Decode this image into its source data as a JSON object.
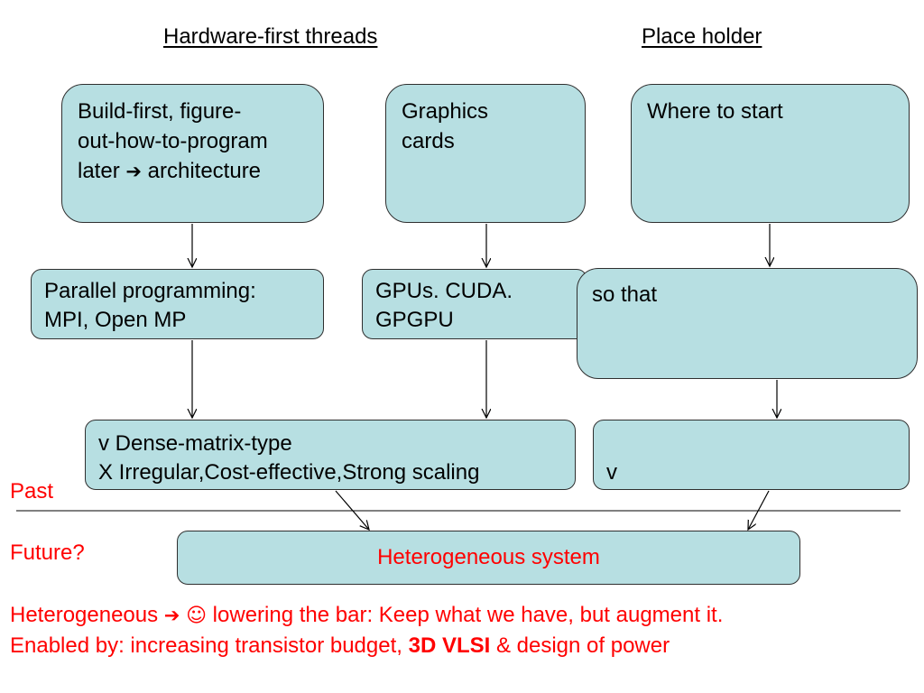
{
  "headings": {
    "left": "Hardware-first threads",
    "right": "Place holder"
  },
  "boxes": {
    "build_first": {
      "line1": "Build-first, figure-",
      "line2": "out-how-to-program",
      "line3_pre": "later ",
      "line3_arrow": "➔",
      "line3_post": " architecture"
    },
    "graphics_cards": {
      "line1": "Graphics",
      "line2": "cards"
    },
    "where_to_start": {
      "line1": "Where to start"
    },
    "parallel_programming": {
      "line1": "Parallel programming:",
      "line2": "MPI, Open MP"
    },
    "gpus": {
      "line1": "GPUs. CUDA.",
      "line2": "GPGPU"
    },
    "so_that": {
      "line1": "so that"
    },
    "dense_matrix": {
      "line1": "v  Dense-matrix-type",
      "line2": "X  Irregular,Cost-effective,Strong scaling"
    },
    "v_box": {
      "line1": "v"
    },
    "heterogeneous_system": {
      "line1": "Heterogeneous system"
    }
  },
  "labels": {
    "past": "Past",
    "future": "Future?"
  },
  "bottom": {
    "line1_pre": "Heterogeneous ",
    "line1_arrow": "➔",
    "line1_smiley": "☺",
    "line1_post": " lowering the bar: Keep what we have, but augment it.",
    "line2_pre": "Enabled by: increasing transistor budget, ",
    "line2_bold": "3D VLSI",
    "line2_post": " & design of power"
  },
  "colors": {
    "box_fill": "#b7dfe2",
    "box_border": "#2f2f2f",
    "accent_red": "#ff0000"
  }
}
